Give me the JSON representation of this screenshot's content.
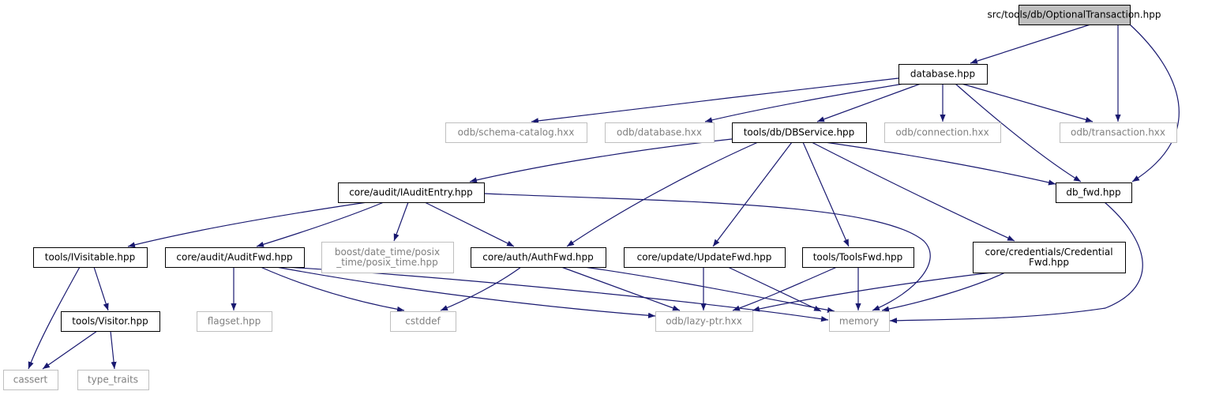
{
  "colors": {
    "edge": "#191970",
    "node_border": "#000000",
    "external_border": "#bfbfbf",
    "external_text": "#7f7f7f",
    "root_fill": "#bfbfbf",
    "text": "#000000"
  },
  "nodes": [
    {
      "id": "optional-transaction",
      "kind": "root",
      "lines": [
        "src/tools/db/OptionalTransaction.hpp"
      ]
    },
    {
      "id": "database",
      "kind": "local",
      "lines": [
        "database.hpp"
      ]
    },
    {
      "id": "schema-catalog",
      "kind": "external",
      "lines": [
        "odb/schema-catalog.hxx"
      ]
    },
    {
      "id": "odb-database",
      "kind": "external",
      "lines": [
        "odb/database.hxx"
      ]
    },
    {
      "id": "dbservice",
      "kind": "local",
      "lines": [
        "tools/db/DBService.hpp"
      ]
    },
    {
      "id": "odb-connection",
      "kind": "external",
      "lines": [
        "odb/connection.hxx"
      ]
    },
    {
      "id": "odb-transaction",
      "kind": "external",
      "lines": [
        "odb/transaction.hxx"
      ]
    },
    {
      "id": "iauditentry",
      "kind": "local",
      "lines": [
        "core/audit/IAuditEntry.hpp"
      ]
    },
    {
      "id": "db-fwd",
      "kind": "local",
      "lines": [
        "db_fwd.hpp"
      ]
    },
    {
      "id": "ivisitable",
      "kind": "local",
      "lines": [
        "tools/IVisitable.hpp"
      ]
    },
    {
      "id": "auditfwd",
      "kind": "local",
      "lines": [
        "core/audit/AuditFwd.hpp"
      ]
    },
    {
      "id": "posix-time",
      "kind": "external",
      "lines": [
        "boost/date_time/posix",
        "_time/posix_time.hpp"
      ]
    },
    {
      "id": "authfwd",
      "kind": "local",
      "lines": [
        "core/auth/AuthFwd.hpp"
      ]
    },
    {
      "id": "updatefwd",
      "kind": "local",
      "lines": [
        "core/update/UpdateFwd.hpp"
      ]
    },
    {
      "id": "toolsfwd",
      "kind": "local",
      "lines": [
        "tools/ToolsFwd.hpp"
      ]
    },
    {
      "id": "credentialfwd",
      "kind": "local",
      "lines": [
        "core/credentials/Credential",
        "Fwd.hpp"
      ]
    },
    {
      "id": "visitor",
      "kind": "local",
      "lines": [
        "tools/Visitor.hpp"
      ]
    },
    {
      "id": "flagset",
      "kind": "external",
      "lines": [
        "flagset.hpp"
      ]
    },
    {
      "id": "cstddef",
      "kind": "external",
      "lines": [
        "cstddef"
      ]
    },
    {
      "id": "lazy-ptr",
      "kind": "external",
      "lines": [
        "odb/lazy-ptr.hxx"
      ]
    },
    {
      "id": "memory",
      "kind": "external",
      "lines": [
        "memory"
      ]
    },
    {
      "id": "cassert",
      "kind": "external",
      "lines": [
        "cassert"
      ]
    },
    {
      "id": "type-traits",
      "kind": "external",
      "lines": [
        "type_traits"
      ]
    }
  ],
  "edges": [
    {
      "from": "optional-transaction",
      "to": "database"
    },
    {
      "from": "optional-transaction",
      "to": "odb-transaction"
    },
    {
      "from": "optional-transaction",
      "to": "db-fwd"
    },
    {
      "from": "database",
      "to": "schema-catalog"
    },
    {
      "from": "database",
      "to": "odb-database"
    },
    {
      "from": "database",
      "to": "dbservice"
    },
    {
      "from": "database",
      "to": "odb-connection"
    },
    {
      "from": "database",
      "to": "odb-transaction"
    },
    {
      "from": "database",
      "to": "db-fwd"
    },
    {
      "from": "dbservice",
      "to": "iauditentry"
    },
    {
      "from": "dbservice",
      "to": "db-fwd"
    },
    {
      "from": "dbservice",
      "to": "authfwd"
    },
    {
      "from": "dbservice",
      "to": "updatefwd"
    },
    {
      "from": "dbservice",
      "to": "toolsfwd"
    },
    {
      "from": "dbservice",
      "to": "credentialfwd"
    },
    {
      "from": "iauditentry",
      "to": "ivisitable"
    },
    {
      "from": "iauditentry",
      "to": "auditfwd"
    },
    {
      "from": "iauditentry",
      "to": "posix-time"
    },
    {
      "from": "iauditentry",
      "to": "authfwd"
    },
    {
      "from": "iauditentry",
      "to": "memory"
    },
    {
      "from": "db-fwd",
      "to": "memory"
    },
    {
      "from": "ivisitable",
      "to": "visitor"
    },
    {
      "from": "ivisitable",
      "to": "cassert"
    },
    {
      "from": "visitor",
      "to": "cassert"
    },
    {
      "from": "visitor",
      "to": "type-traits"
    },
    {
      "from": "auditfwd",
      "to": "flagset"
    },
    {
      "from": "auditfwd",
      "to": "cstddef"
    },
    {
      "from": "auditfwd",
      "to": "lazy-ptr"
    },
    {
      "from": "auditfwd",
      "to": "memory"
    },
    {
      "from": "authfwd",
      "to": "cstddef"
    },
    {
      "from": "authfwd",
      "to": "lazy-ptr"
    },
    {
      "from": "authfwd",
      "to": "memory"
    },
    {
      "from": "updatefwd",
      "to": "lazy-ptr"
    },
    {
      "from": "updatefwd",
      "to": "memory"
    },
    {
      "from": "toolsfwd",
      "to": "lazy-ptr"
    },
    {
      "from": "toolsfwd",
      "to": "memory"
    },
    {
      "from": "credentialfwd",
      "to": "lazy-ptr"
    },
    {
      "from": "credentialfwd",
      "to": "memory"
    }
  ]
}
